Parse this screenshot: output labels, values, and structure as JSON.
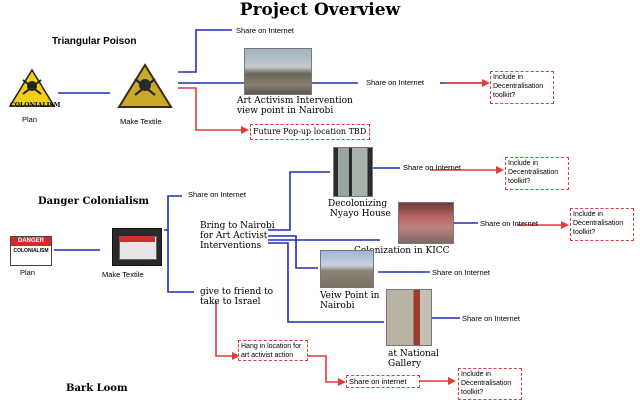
{
  "title": "Project Overview",
  "sections": {
    "triangular": "Triangular Poison",
    "danger": "Danger Colonialism",
    "bark": "Bark Loom"
  },
  "tp": {
    "plan": "Plan",
    "make_textile": "Make Textile",
    "share1": "Share on Internet",
    "art_activism": [
      "Art Activism Intervention",
      "view point in Nairobi"
    ],
    "share2": "Share on Internet",
    "include": [
      "Include in",
      "Decentralisation",
      "toolkit?"
    ],
    "future": "Future Pop-up location TBD",
    "sign_text": "COLONIALISM"
  },
  "dc": {
    "plan": "Plan",
    "make_textile": "Make Textile",
    "share_top": "Share on Internet",
    "bring": [
      "Bring to Nairobi",
      "for Art Activist",
      "Interventions"
    ],
    "give": [
      "give to friend to",
      "take to Israel"
    ],
    "decolonizing": [
      "Decolonizing",
      "Nyayo House"
    ],
    "share_decol": "Share on Internet",
    "include_decol": [
      "Include in",
      "Decentralisation",
      "toolkit?"
    ],
    "kicc": "Colonization in KICC",
    "share_kicc": "Share on Internet",
    "include_kicc": [
      "Include in",
      "Decentralisation",
      "toolkit?"
    ],
    "viewpoint": [
      "Veiw Point in",
      "Nairobi"
    ],
    "share_view": "Share on Internet",
    "gallery": [
      "at National",
      "Gallery"
    ],
    "share_gallery": "Share on Internet",
    "hang": [
      "Hang in location for",
      "art activist action"
    ],
    "share_internet": "Share on internet",
    "include_final": [
      "Include in",
      "Decentralisation",
      "toolkit?"
    ],
    "sign_danger": "DANGER",
    "sign_colonialism": "COLONIALISM"
  },
  "colors": {
    "blue": "#1f2fb8",
    "red": "#e23b3b"
  }
}
